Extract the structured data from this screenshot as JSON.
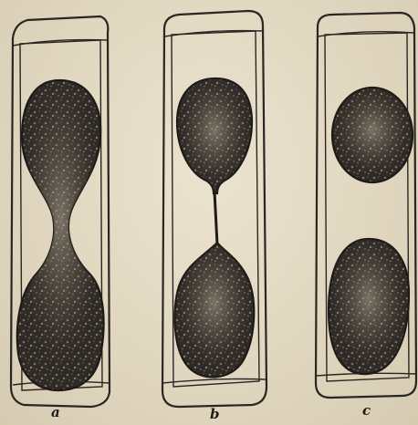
{
  "panels": [
    {
      "id": "a",
      "label": "a"
    },
    {
      "id": "b",
      "label": "b"
    },
    {
      "id": "c",
      "label": "c"
    }
  ],
  "colors": {
    "paper": "#e3dac4",
    "ink": "#2a2622",
    "protoplast_dark": "#2b2724",
    "protoplast_light": "#6f675c"
  }
}
